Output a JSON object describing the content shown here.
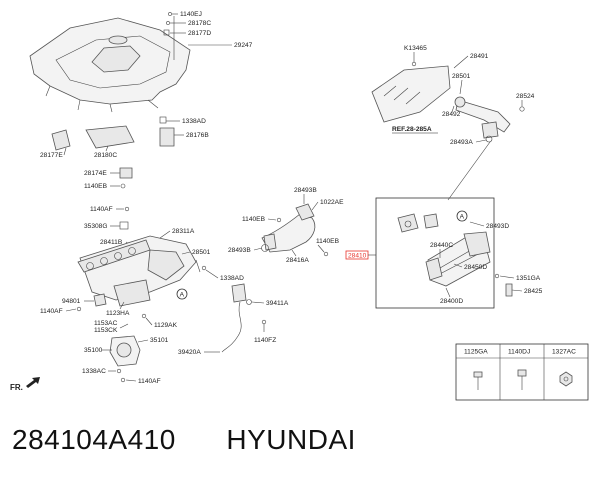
{
  "labels": {
    "p1140EJ": "1140EJ",
    "p28178C": "28178C",
    "p28177D": "28177D",
    "p29247": "29247",
    "p1338AD": "1338AD",
    "p28176B": "28176B",
    "p28177E": "28177E",
    "p28180C": "28180C",
    "p28174E": "28174E",
    "p1140EB_a": "1140EB",
    "p1140AF_a": "1140AF",
    "p35308G": "35308G",
    "p28311A": "28311A",
    "p28411B": "28411B",
    "p28501": "28501",
    "p1338AD_b": "1338AD",
    "p94801": "94801",
    "p1140AF_b": "1140AF",
    "p1123HA": "1123HA",
    "p1153AC": "1153AC",
    "p1153CK": "1153CK",
    "p1129AK": "1129AK",
    "p35100": "35100",
    "p35101": "35101",
    "p39420A": "39420A",
    "p1140FZ": "1140FZ",
    "p39411A": "39411A",
    "p1338AC": "1338AC",
    "p1140AF_c": "1140AF",
    "p28493B": "28493B",
    "p1022AE": "1022AE",
    "p1140EB_b": "1140EB",
    "p28493B_b": "28493B",
    "p28416A": "28416A",
    "p1140EB_c": "1140EB",
    "p28410": "28410",
    "pK13465": "K13465",
    "p28491": "28491",
    "p28501_b": "28501",
    "p28524": "28524",
    "p28492": "28492",
    "pREF": "REF.28-285A",
    "p28493A": "28493A",
    "p28493D": "28493D",
    "p28440C": "28440C",
    "p28450D": "28450D",
    "p1351GA": "1351GA",
    "p28425": "28425",
    "p28400D": "28400D",
    "circleA1": "A",
    "circleA2": "A",
    "fr": "FR."
  },
  "fastener_table": {
    "headers": [
      "1125GA",
      "1140DJ",
      "1327AC"
    ]
  },
  "footer": {
    "part_number": "284104A410",
    "brand": "HYUNDAI"
  },
  "colors": {
    "highlight": "#e8342c",
    "line": "#444444"
  }
}
